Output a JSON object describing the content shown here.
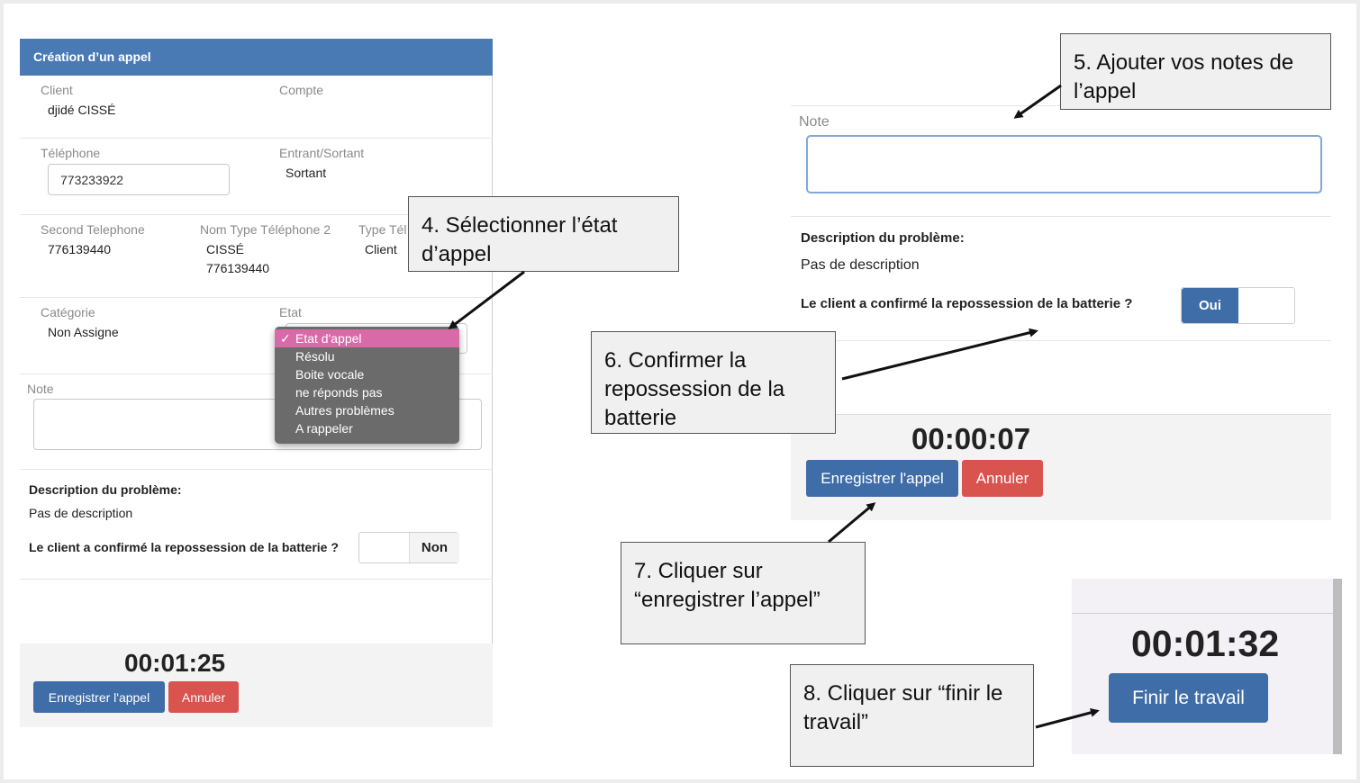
{
  "left_panel": {
    "header_title": "Création d’un appel",
    "client_label": "Client",
    "client_value": "djidé CISSÉ",
    "compte_label": "Compte",
    "telephone_label": "Téléphone",
    "telephone_value": "773233922",
    "entrant_sortant_label": "Entrant/Sortant",
    "entrant_sortant_value": "Sortant",
    "second_telephone_label": "Second Telephone",
    "second_telephone_value": "776139440",
    "nom_type_label": "Nom Type Téléphone 2",
    "nom_type_value_line1": "CISSÉ",
    "nom_type_value_line2": "776139440",
    "type_tel_label": "Type Tél",
    "type_tel_value": "Client",
    "categorie_label": "Catégorie",
    "categorie_value": "Non Assigne",
    "etat_label": "Etat",
    "note_label": "Note",
    "description_label": "Description du problème:",
    "description_value": "Pas de description",
    "repossession_question": "Le client a confirmé la repossession de la batterie ?",
    "repossession_toggle": "Non",
    "timer": "00:01:25",
    "save_button": "Enregistrer l'appel",
    "cancel_button": "Annuler"
  },
  "etat_dropdown": {
    "options": [
      "Etat d'appel",
      "Résolu",
      "Boite vocale",
      "ne réponds pas",
      "Autres problèmes",
      "A rappeler"
    ],
    "selected": "Etat d'appel",
    "check": "✓"
  },
  "right_panel": {
    "note_label": "Note",
    "description_label": "Description du problème:",
    "description_value": "Pas de description",
    "repossession_question": "Le client a confirmé la repossession de la batterie ?",
    "repossession_toggle": "Oui",
    "timer": "00:00:07",
    "save_button": "Enregistrer l'appel",
    "cancel_button": "Annuler"
  },
  "finish_panel": {
    "timer": "00:01:32",
    "finish_button": "Finir le travail"
  },
  "annotations": {
    "step4": "4. Sélectionner l’état d’appel",
    "step5": "5. Ajouter vos notes de l’appel",
    "step6": "6. Confirmer la repossession de la batterie",
    "step7": "7. Cliquer sur “enregistrer l’appel”",
    "step8": "8. Cliquer sur “finir le travail”"
  },
  "colors": {
    "header_blue": "#4a7ab4",
    "button_blue": "#3f6da8",
    "button_red": "#d9534f",
    "selected_option": "#d86aa8"
  }
}
